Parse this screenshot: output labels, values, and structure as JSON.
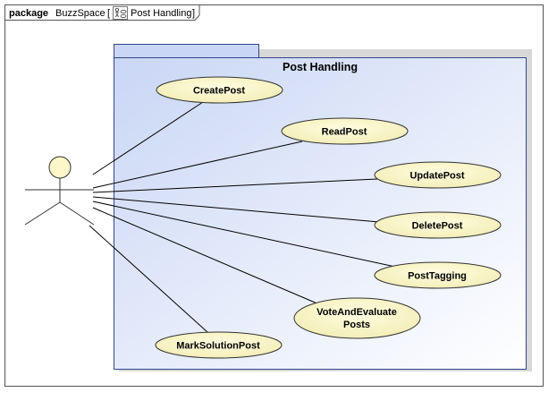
{
  "frame": {
    "keyword": "package",
    "name": "BuzzSpace",
    "bracket_open": "[",
    "diagram_icon": "use-case-diagram-icon",
    "diagram_name": "Post Handling",
    "bracket_close": "]"
  },
  "package": {
    "name": "Post Handling",
    "fill_top": "#c9d6f5",
    "fill_bottom": "#ffffff",
    "border": "#33458a"
  },
  "use_case_style": {
    "fill_inner": "#fffde0",
    "fill_outer": "#f3eeb8",
    "border": "#333333"
  },
  "actor": {
    "icon": "stick-figure-actor-icon",
    "head_fill": "#fdf6c8"
  },
  "use_cases": [
    {
      "id": "create-post",
      "label": "CreatePost"
    },
    {
      "id": "read-post",
      "label": "ReadPost"
    },
    {
      "id": "update-post",
      "label": "UpdatePost"
    },
    {
      "id": "delete-post",
      "label": "DeletePost"
    },
    {
      "id": "post-tagging",
      "label": "PostTagging"
    },
    {
      "id": "vote-and-evaluate-posts",
      "label": "VoteAndEvaluate",
      "label_line2": "Posts"
    },
    {
      "id": "mark-solution-post",
      "label": "MarkSolutionPost"
    }
  ]
}
